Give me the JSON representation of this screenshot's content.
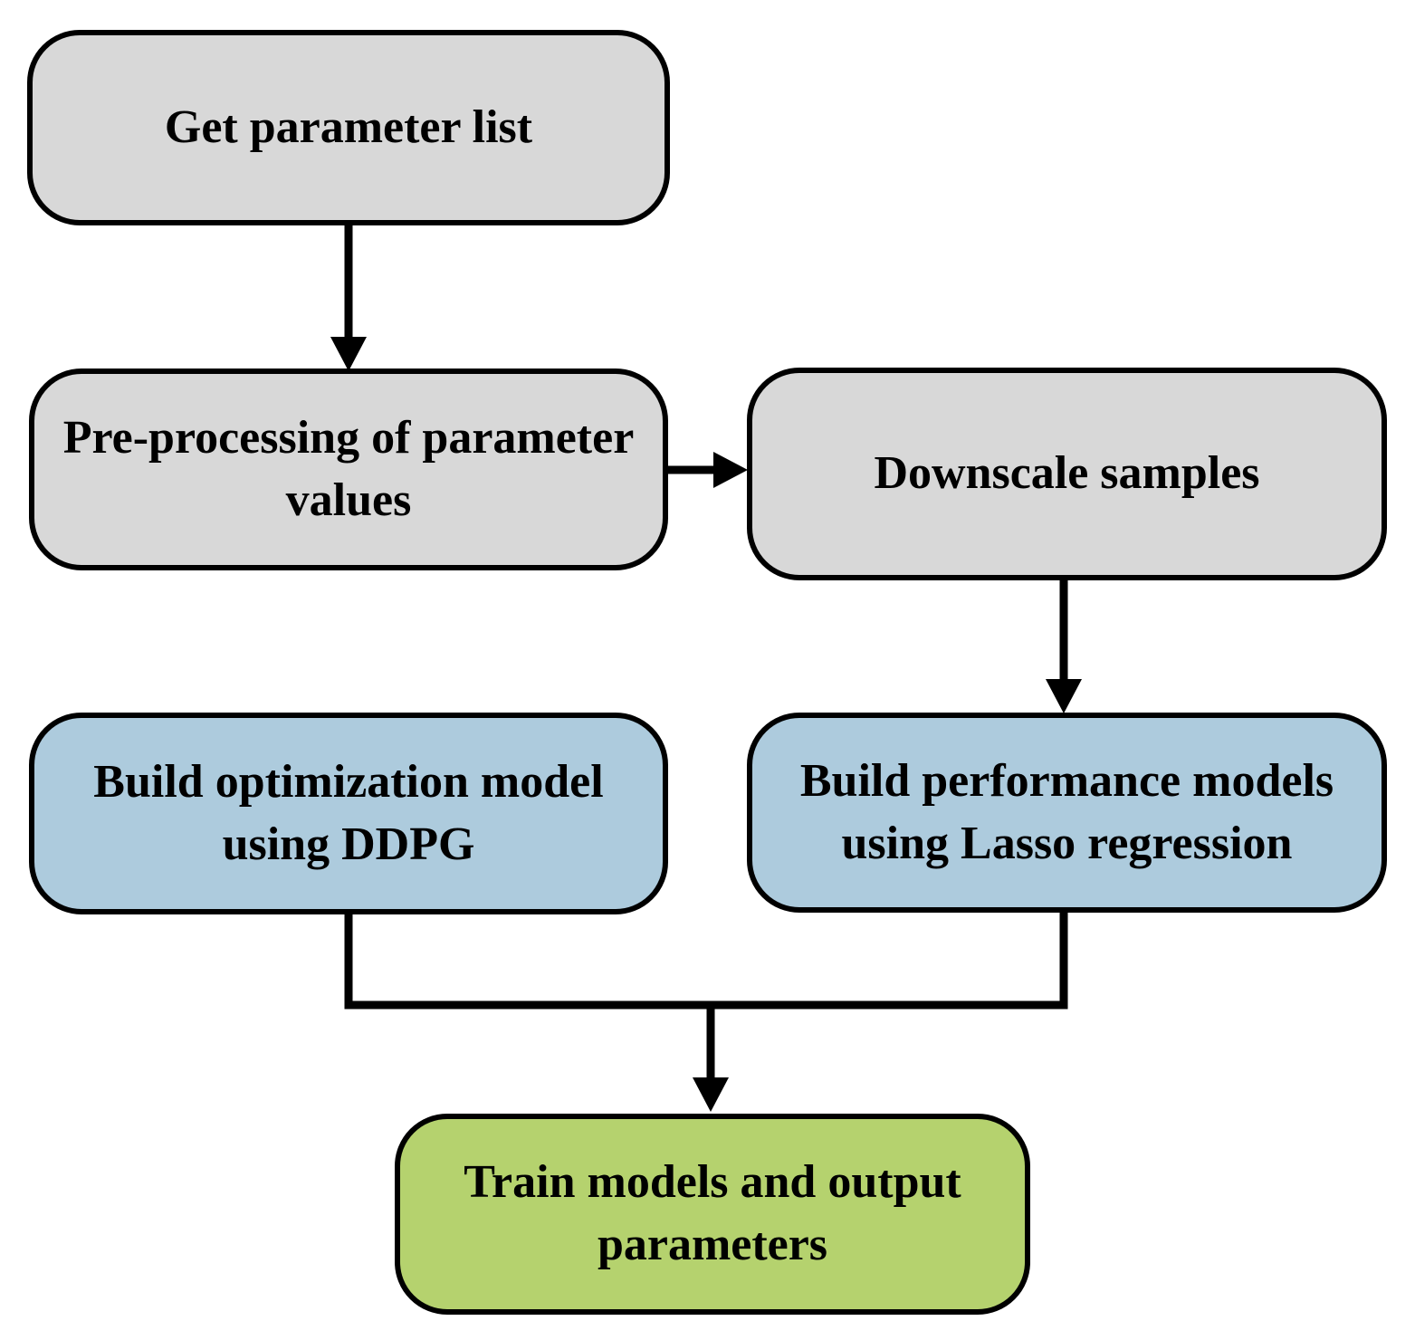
{
  "figure": {
    "type": "flowchart",
    "background": "#ffffff",
    "outline_color": "#000000",
    "arrow_color": "#000000",
    "node_colors": {
      "input_step": "#d8d8d8",
      "model_step": "#adcbdd",
      "output_step": "#b5d26e"
    },
    "nodes": [
      {
        "id": "get-parameter-list",
        "label": "Get parameter list",
        "fill": "#d8d8d8"
      },
      {
        "id": "pre-processing",
        "label": "Pre-processing of parameter\nvalues",
        "fill": "#d8d8d8"
      },
      {
        "id": "downscale-samples",
        "label": "Downscale samples",
        "fill": "#d8d8d8"
      },
      {
        "id": "build-optimization-model",
        "label": "Build optimization model\nusing DDPG",
        "fill": "#adcbdd"
      },
      {
        "id": "build-performance-models",
        "label": "Build performance models\nusing Lasso regression",
        "fill": "#adcbdd"
      },
      {
        "id": "train-models",
        "label": "Train models and output\nparameters",
        "fill": "#b5d26e"
      }
    ],
    "edges": [
      {
        "from": "get-parameter-list",
        "to": "pre-processing"
      },
      {
        "from": "pre-processing",
        "to": "downscale-samples"
      },
      {
        "from": "downscale-samples",
        "to": "build-performance-models"
      },
      {
        "from": "build-optimization-model",
        "to": "train-models"
      },
      {
        "from": "build-performance-models",
        "to": "train-models"
      }
    ]
  }
}
